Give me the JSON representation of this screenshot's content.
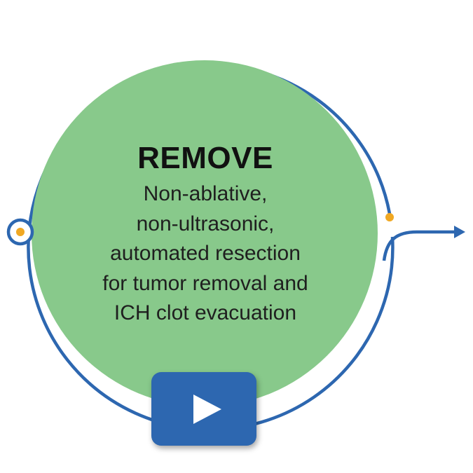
{
  "card": {
    "title": "REMOVE",
    "description_lines": [
      "Non-ablative,",
      "non-ultrasonic,",
      "automated resection",
      "for tumor removal and",
      "ICH clot evacuation"
    ]
  },
  "play_button": {
    "icon": "play-icon"
  },
  "colors": {
    "circle_fill": "#88c98b",
    "ring_stroke": "#2d67b0",
    "accent_dot": "#f0a823",
    "button_fill": "#2d67b0",
    "text": "#1f1f1f"
  }
}
